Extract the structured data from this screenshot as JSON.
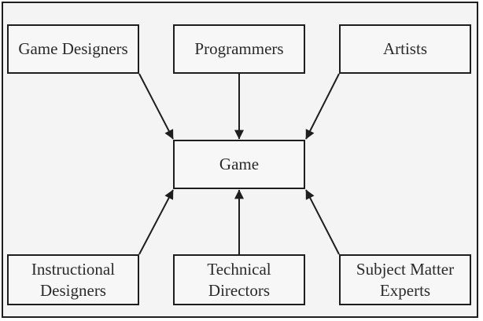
{
  "diagram": {
    "center": {
      "label": "Game"
    },
    "contributors": [
      {
        "id": "game-designers",
        "label": "Game Designers"
      },
      {
        "id": "programmers",
        "label": "Programmers"
      },
      {
        "id": "artists",
        "label": "Artists"
      },
      {
        "id": "instructional-designers",
        "label": "Instructional\nDesigners"
      },
      {
        "id": "technical-directors",
        "label": "Technical\nDirectors"
      },
      {
        "id": "subject-matter-experts",
        "label": "Subject Matter\nExperts"
      }
    ],
    "edges": [
      {
        "from": "game-designers",
        "to": "game"
      },
      {
        "from": "programmers",
        "to": "game"
      },
      {
        "from": "artists",
        "to": "game"
      },
      {
        "from": "instructional-designers",
        "to": "game"
      },
      {
        "from": "technical-directors",
        "to": "game"
      },
      {
        "from": "subject-matter-experts",
        "to": "game"
      }
    ]
  }
}
